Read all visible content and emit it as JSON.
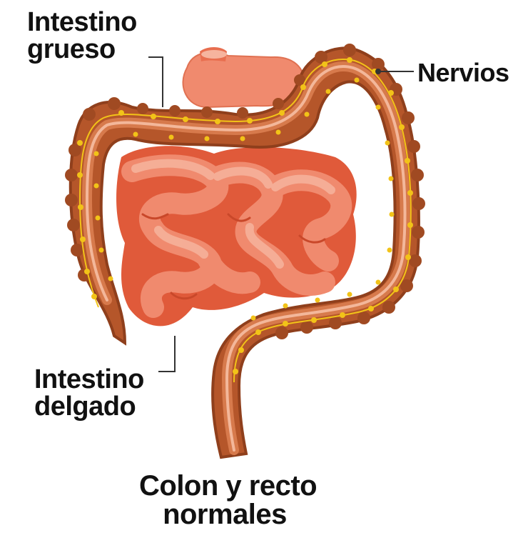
{
  "labels": {
    "large_intestine": [
      "Intestino",
      "grueso"
    ],
    "nerves": "Nervios",
    "small_intestine": [
      "Intestino",
      "delgado"
    ],
    "title": [
      "Colon y recto",
      "normales"
    ]
  },
  "colors": {
    "colon_dark": "#8f3f1c",
    "colon_mid": "#b5562a",
    "colon_light": "#d77a4c",
    "colon_inner": "#f3b79a",
    "small_intestine": "#f08a6e",
    "small_intestine_light": "#f6b49e",
    "small_intestine_dark": "#e05a3a",
    "nerve": "#f2c318",
    "pointer": "#333333"
  },
  "icons": [
    "nerve-node-icon"
  ]
}
